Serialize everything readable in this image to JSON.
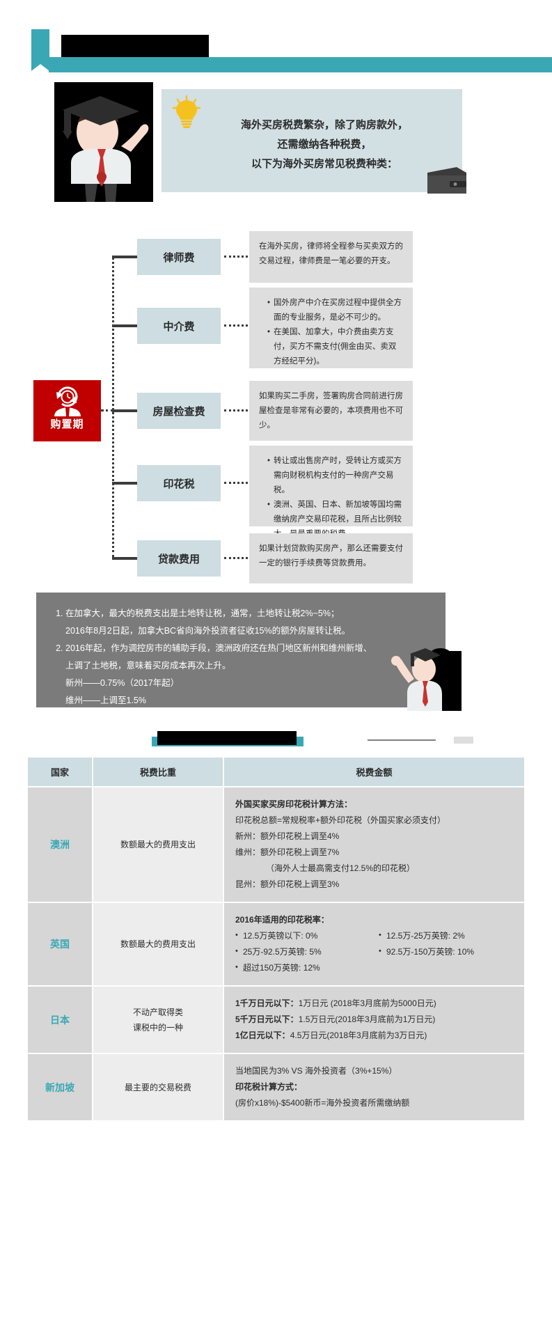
{
  "header": {
    "title_redacted": "",
    "accent_color": "#3aa8b4"
  },
  "intro": {
    "bulb_icon": "lightbulb-icon",
    "lines": [
      "海外买房税费繁杂，除了购房款外，",
      "还需缴纳各种税费，",
      "以下为海外买房常见税费种类："
    ]
  },
  "flow": {
    "badge": {
      "label": "购置期",
      "icon": "person-clock-icon",
      "color": "#c00000"
    },
    "items": [
      {
        "node": "律师费",
        "desc_type": "paragraph",
        "desc": "在海外买房，律师将全程参与买卖双方的交易过程，律师费是一笔必要的开支。"
      },
      {
        "node": "中介费",
        "desc_type": "bullets",
        "bullets": [
          "国外房产中介在买房过程中提供全方面的专业服务，是必不可少的。",
          "在美国、加拿大，中介费由卖方支付，买方不需支付(佣金由买、卖双方经纪平分)。"
        ]
      },
      {
        "node": "房屋检查费",
        "desc_type": "paragraph",
        "desc": "如果购买二手房，签署购房合同前进行房屋检查是非常有必要的，本项费用也不可少。"
      },
      {
        "node": "印花税",
        "desc_type": "bullets",
        "bullets": [
          "转让或出售房产时，受转让方或买方需向财税机构支付的一种房产交易税。",
          "澳洲、英国、日本、新加坡等国均需缴纳房产交易印花税，且所占比例较大，是最重要的税费。"
        ]
      },
      {
        "node": "贷款费用",
        "desc_type": "paragraph",
        "desc": "如果计划贷款购买房产，那么还需要支付一定的银行手续费等贷款费用。"
      }
    ]
  },
  "notes": {
    "items": [
      {
        "number": "1.",
        "lines": [
          "在加拿大，最大的税费支出是土地转让税，通常，土地转让税2%~5%；",
          "2016年8月2日起，加拿大BC省向海外投资者征收15%的额外房屋转让税。"
        ]
      },
      {
        "number": "2.",
        "lines": [
          "2016年起，作为调控房市的辅助手段，澳洲政府还在热门地区新州和维州新增、",
          "上调了土地税，意味着买房成本再次上升。",
          "新州——0.75%（2017年起）",
          "维州——上调至1.5%"
        ]
      }
    ],
    "graduate_icon": "graduate-man-icon"
  },
  "divider": {
    "title_redacted": ""
  },
  "table": {
    "headers": [
      "国家",
      "税费比重",
      "税费金额"
    ],
    "rows": [
      {
        "country": "澳洲",
        "weight": "数额最大的费用支出",
        "amount_lines": [
          {
            "text": "外国买家买房印花税计算方法：",
            "bold": true
          },
          {
            "text": "印花税总额=常规税率+额外印花税（外国买家必须支付）",
            "bold": false
          },
          {
            "text": "新州：额外印花税上调至4%",
            "bold": false
          },
          {
            "text": "维州：额外印花税上调至7%",
            "bold": false
          },
          {
            "text": "（海外人士最高需支付12.5%的印花税）",
            "bold": false,
            "indent": true
          },
          {
            "text": "昆州：额外印花税上调至3%",
            "bold": false
          }
        ]
      },
      {
        "country": "英国",
        "weight": "数额最大的费用支出",
        "amount_title": "2016年适用的印花税率：",
        "uk_items": [
          "12.5万英镑以下: 0%",
          "12.5万-25万英镑: 2%",
          "25万-92.5万英镑: 5%",
          "92.5万-150万英镑: 10%",
          "超过150万英镑: 12%"
        ]
      },
      {
        "country": "日本",
        "weight_lines": [
          "不动产取得类",
          "课税中的一种"
        ],
        "jp_lines": [
          {
            "bold": "1千万日元以下：",
            "rest": "1万日元 (2018年3月底前为5000日元)"
          },
          {
            "bold": "5千万日元以下：",
            "rest": "1.5万日元(2018年3月底前为1万日元)"
          },
          {
            "bold": "1亿日元以下：",
            "rest": "4.5万日元(2018年3月底前为3万日元)"
          }
        ]
      },
      {
        "country": "新加坡",
        "weight": "最主要的交易税费",
        "sg_lines": [
          {
            "text": "当地国民为3% VS 海外投资者（3%+15%）",
            "bold": false
          },
          {
            "text": "印花税计算方式：",
            "bold": true
          },
          {
            "text": "(房价x18%)-$5400新币=海外投资者所需缴纳额",
            "bold": false
          }
        ]
      }
    ]
  }
}
